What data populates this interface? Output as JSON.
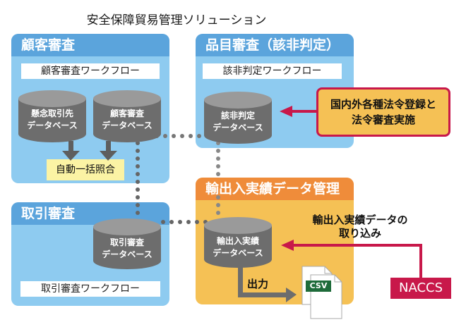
{
  "title": "安全保障貿易管理ソリューション",
  "panels": {
    "customer": {
      "header": "顧客審査",
      "workflow": "顧客審査ワークフロー",
      "databases": [
        "懸念取引先\nデータベース",
        "顧客審査\nデータベース"
      ],
      "db1_line1": "懸念取引先",
      "db1_line2": "データベース",
      "db2_line1": "顧客審査",
      "db2_line2": "データベース",
      "matching": "自動一括照合"
    },
    "item": {
      "header": "品目審査（該非判定）",
      "workflow": "該非判定ワークフロー",
      "db_line1": "該非判定",
      "db_line2": "データベース"
    },
    "transaction": {
      "header": "取引審査",
      "workflow": "取引審査ワークフロー",
      "db_line1": "取引審査",
      "db_line2": "データベース"
    },
    "trade": {
      "header": "輸出入実績データ管理",
      "db_line1": "輸出入実績",
      "db_line2": "データベース",
      "output_label": "出力",
      "file_label": "CSV"
    }
  },
  "law_box": {
    "line1": "国内外各種法令登録と",
    "line2": "法令審査実施"
  },
  "import_label": {
    "line1": "輸出入実績データの",
    "line2": "取り込み"
  },
  "naccs": "NACCS",
  "colors": {
    "blue_panel": "#8ecbf0",
    "blue_header": "#5ba4dc",
    "orange_panel": "#f5c155",
    "orange_header": "#ef8c3a",
    "accent_red": "#c8184a",
    "db_gray": "#6d6d6d",
    "csv_green": "#1e6b3a"
  }
}
